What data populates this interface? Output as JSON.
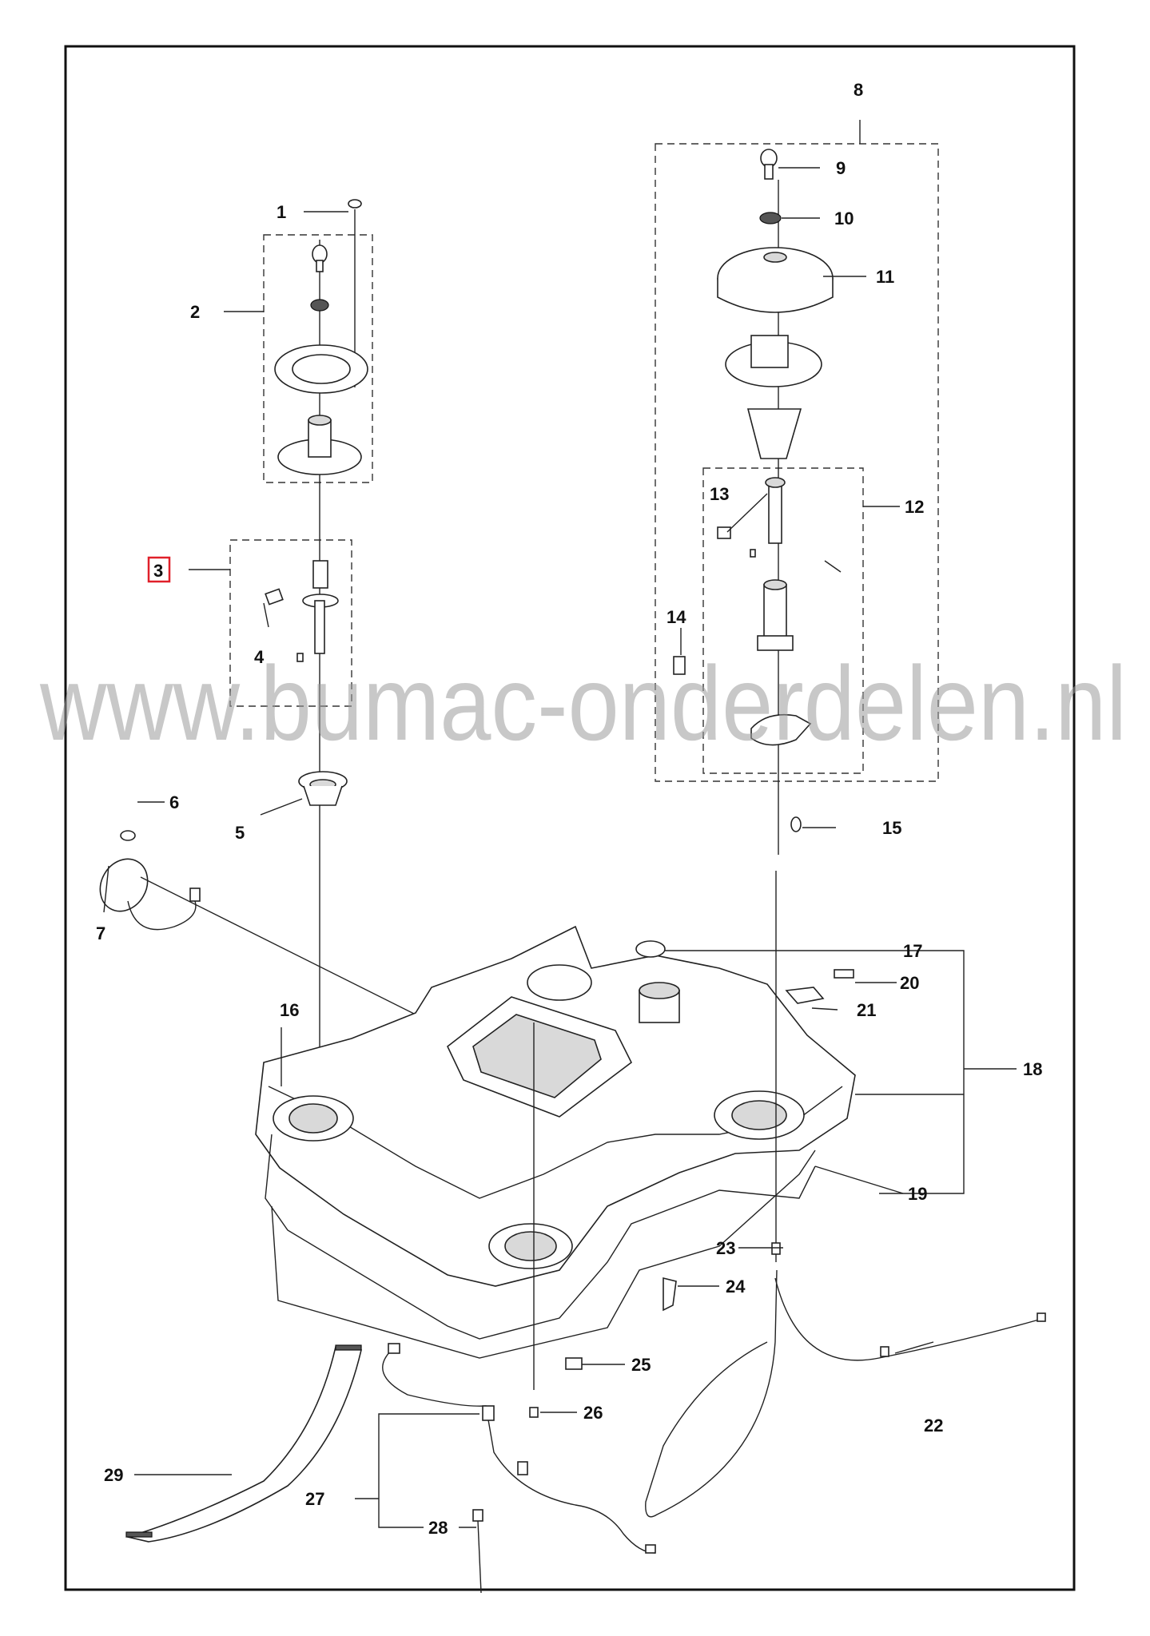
{
  "watermark": "www.bumac-onderdelen.nl",
  "highlight_color": "#e0202a",
  "callouts": {
    "c1": "1",
    "c2": "2",
    "c3": "3",
    "c4": "4",
    "c5": "5",
    "c6": "6",
    "c7": "7",
    "c8": "8",
    "c9": "9",
    "c10": "10",
    "c11": "11",
    "c12": "12",
    "c13": "13",
    "c14": "14",
    "c15": "15",
    "c16": "16",
    "c17": "17",
    "c18": "18",
    "c19": "19",
    "c20": "20",
    "c21": "21",
    "c22": "22",
    "c23": "23",
    "c24": "24",
    "c25": "25",
    "c26": "26",
    "c27": "27",
    "c28": "28",
    "c29": "29"
  },
  "highlighted_callout": "3"
}
